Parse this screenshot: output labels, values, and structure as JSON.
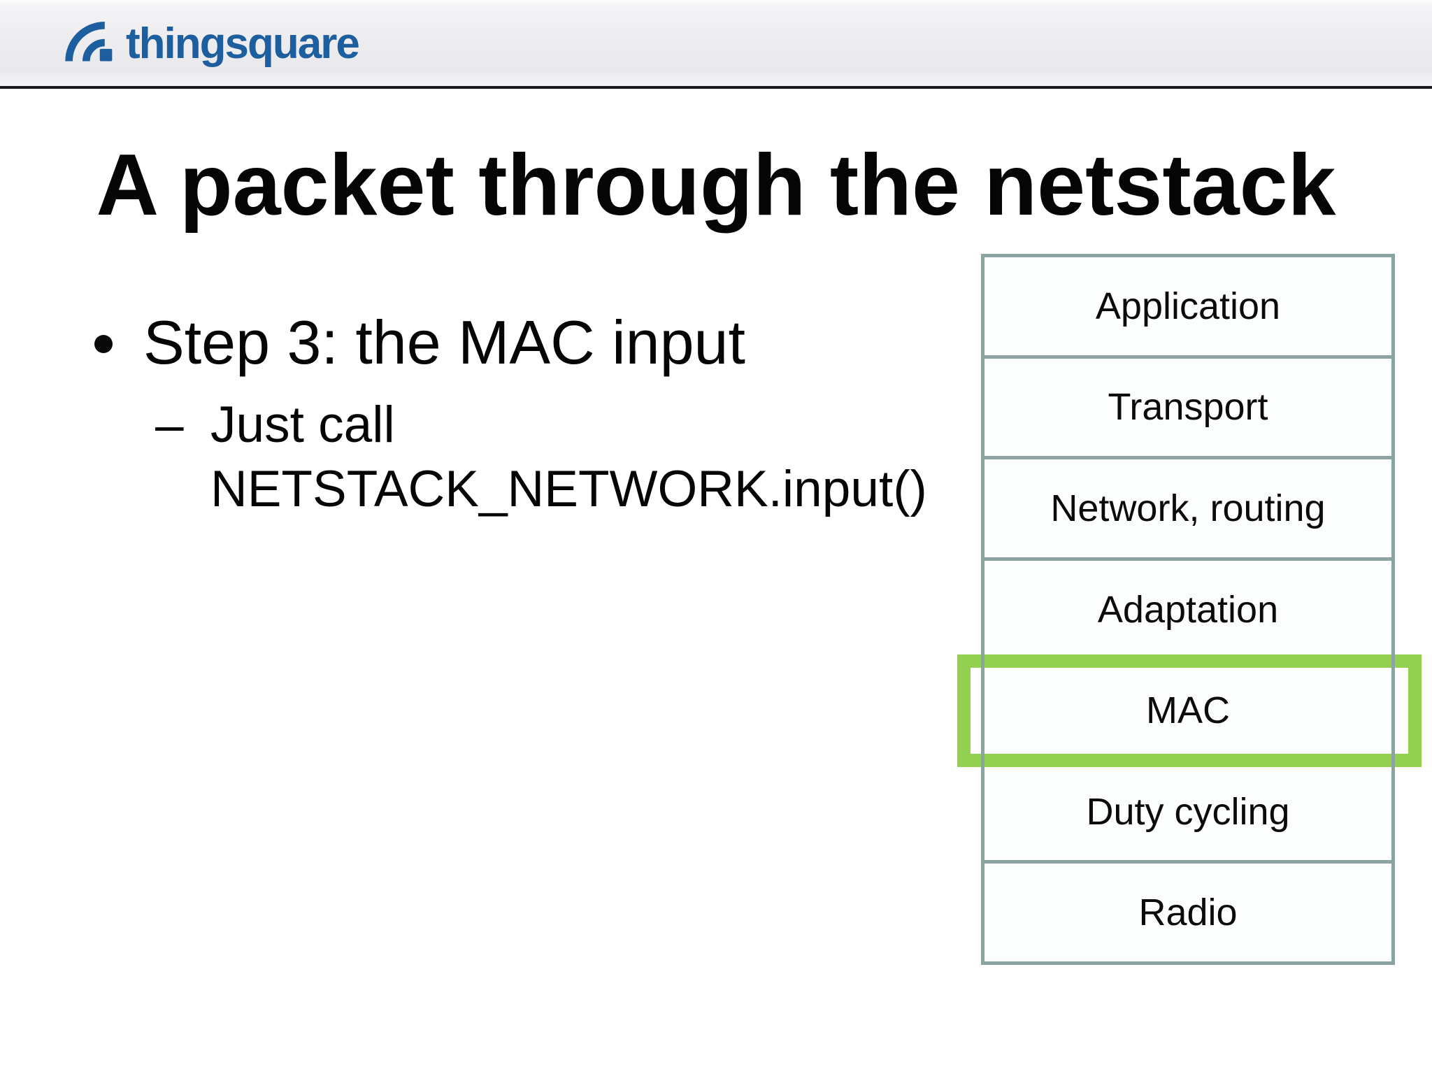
{
  "header": {
    "logo_text": "thingsquare",
    "logo_color": "#1d5e9f",
    "divider_color": "#1b1b1f"
  },
  "title": "A packet through the netstack",
  "bullets": {
    "main": "Step 3: the MAC input",
    "sub_prefix": "–",
    "sub_line1": "Just call",
    "sub_line2": "NETSTACK_NETWORK.input()"
  },
  "stack": {
    "layers": [
      {
        "label": "Application",
        "highlighted": false
      },
      {
        "label": "Transport",
        "highlighted": false
      },
      {
        "label": "Network, routing",
        "highlighted": false
      },
      {
        "label": "Adaptation",
        "highlighted": false
      },
      {
        "label": "MAC",
        "highlighted": true
      },
      {
        "label": "Duty cycling",
        "highlighted": false
      },
      {
        "label": "Radio",
        "highlighted": false
      }
    ],
    "highlighted_layer": "MAC",
    "border_color": "#8ba4a1",
    "box_fill": "#fcfdfd",
    "highlight_color": "#92d050"
  }
}
